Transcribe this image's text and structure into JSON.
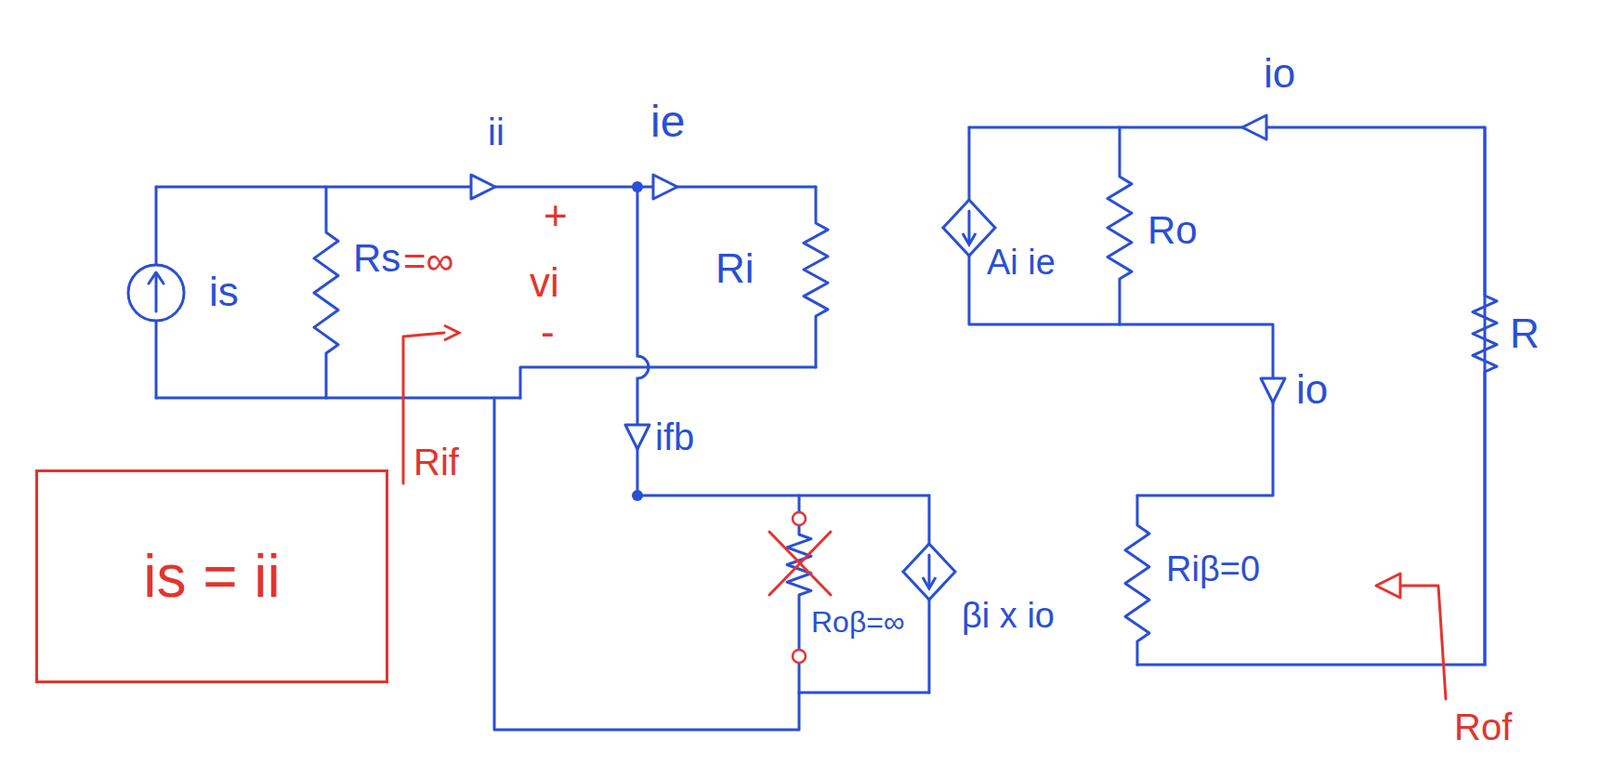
{
  "diagram": {
    "nodes": [
      {
        "text": [
          "is = ii"
        ]
      }
    ],
    "labels": [
      "ii",
      "ie",
      "+",
      "vi",
      "-",
      "Rs",
      "=∞",
      "is",
      "Rif",
      "Ri",
      "ifb",
      "Ai ie",
      "Ro",
      "io",
      "R",
      "io",
      "Roβ=∞",
      "βi x io",
      "Riβ=0",
      "Rof"
    ]
  }
}
